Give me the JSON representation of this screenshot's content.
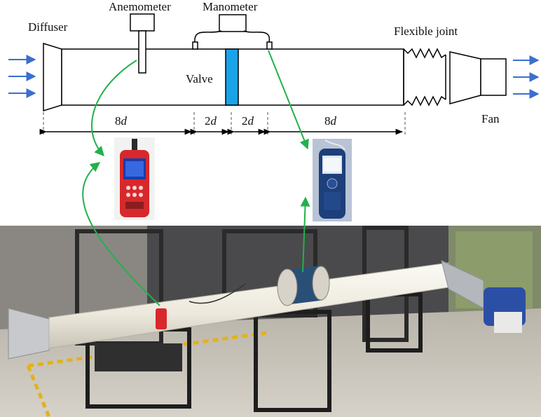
{
  "labels": {
    "diffuser": "Diffuser",
    "anemometer": "Anemometer",
    "manometer": "Manometer",
    "flexible_joint": "Flexible joint",
    "valve": "Valve",
    "fan": "Fan"
  },
  "dimensions": [
    {
      "number": "8",
      "unit": "d"
    },
    {
      "number": "2",
      "unit": "d"
    },
    {
      "number": "2",
      "unit": "d"
    },
    {
      "number": "8",
      "unit": "d"
    }
  ],
  "colors": {
    "valve": "#1aa3e8",
    "arrows_flow": "#3a6fd0",
    "leader_lines": "#22b14c",
    "pipe_photo": "#f2efe6",
    "anemometer_device": "#d8282c",
    "manometer_device": "#1d3f7a"
  }
}
